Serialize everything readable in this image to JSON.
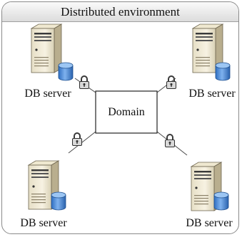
{
  "diagram": {
    "title": "Distributed environment",
    "center_label": "Domain",
    "servers": [
      {
        "label": "DB server"
      },
      {
        "label": "DB server"
      },
      {
        "label": "DB server"
      },
      {
        "label": "DB server"
      }
    ]
  },
  "icons": {
    "server": "server-tower-icon",
    "database": "database-cylinder-icon",
    "connection": "padlock-icon"
  },
  "colors": {
    "frame_border": "#8a8a8a",
    "server_body": "#f2ecd8",
    "server_side": "#c9bfa3",
    "database_fill": "#4f8dd6",
    "link": "#4a4a4a"
  }
}
